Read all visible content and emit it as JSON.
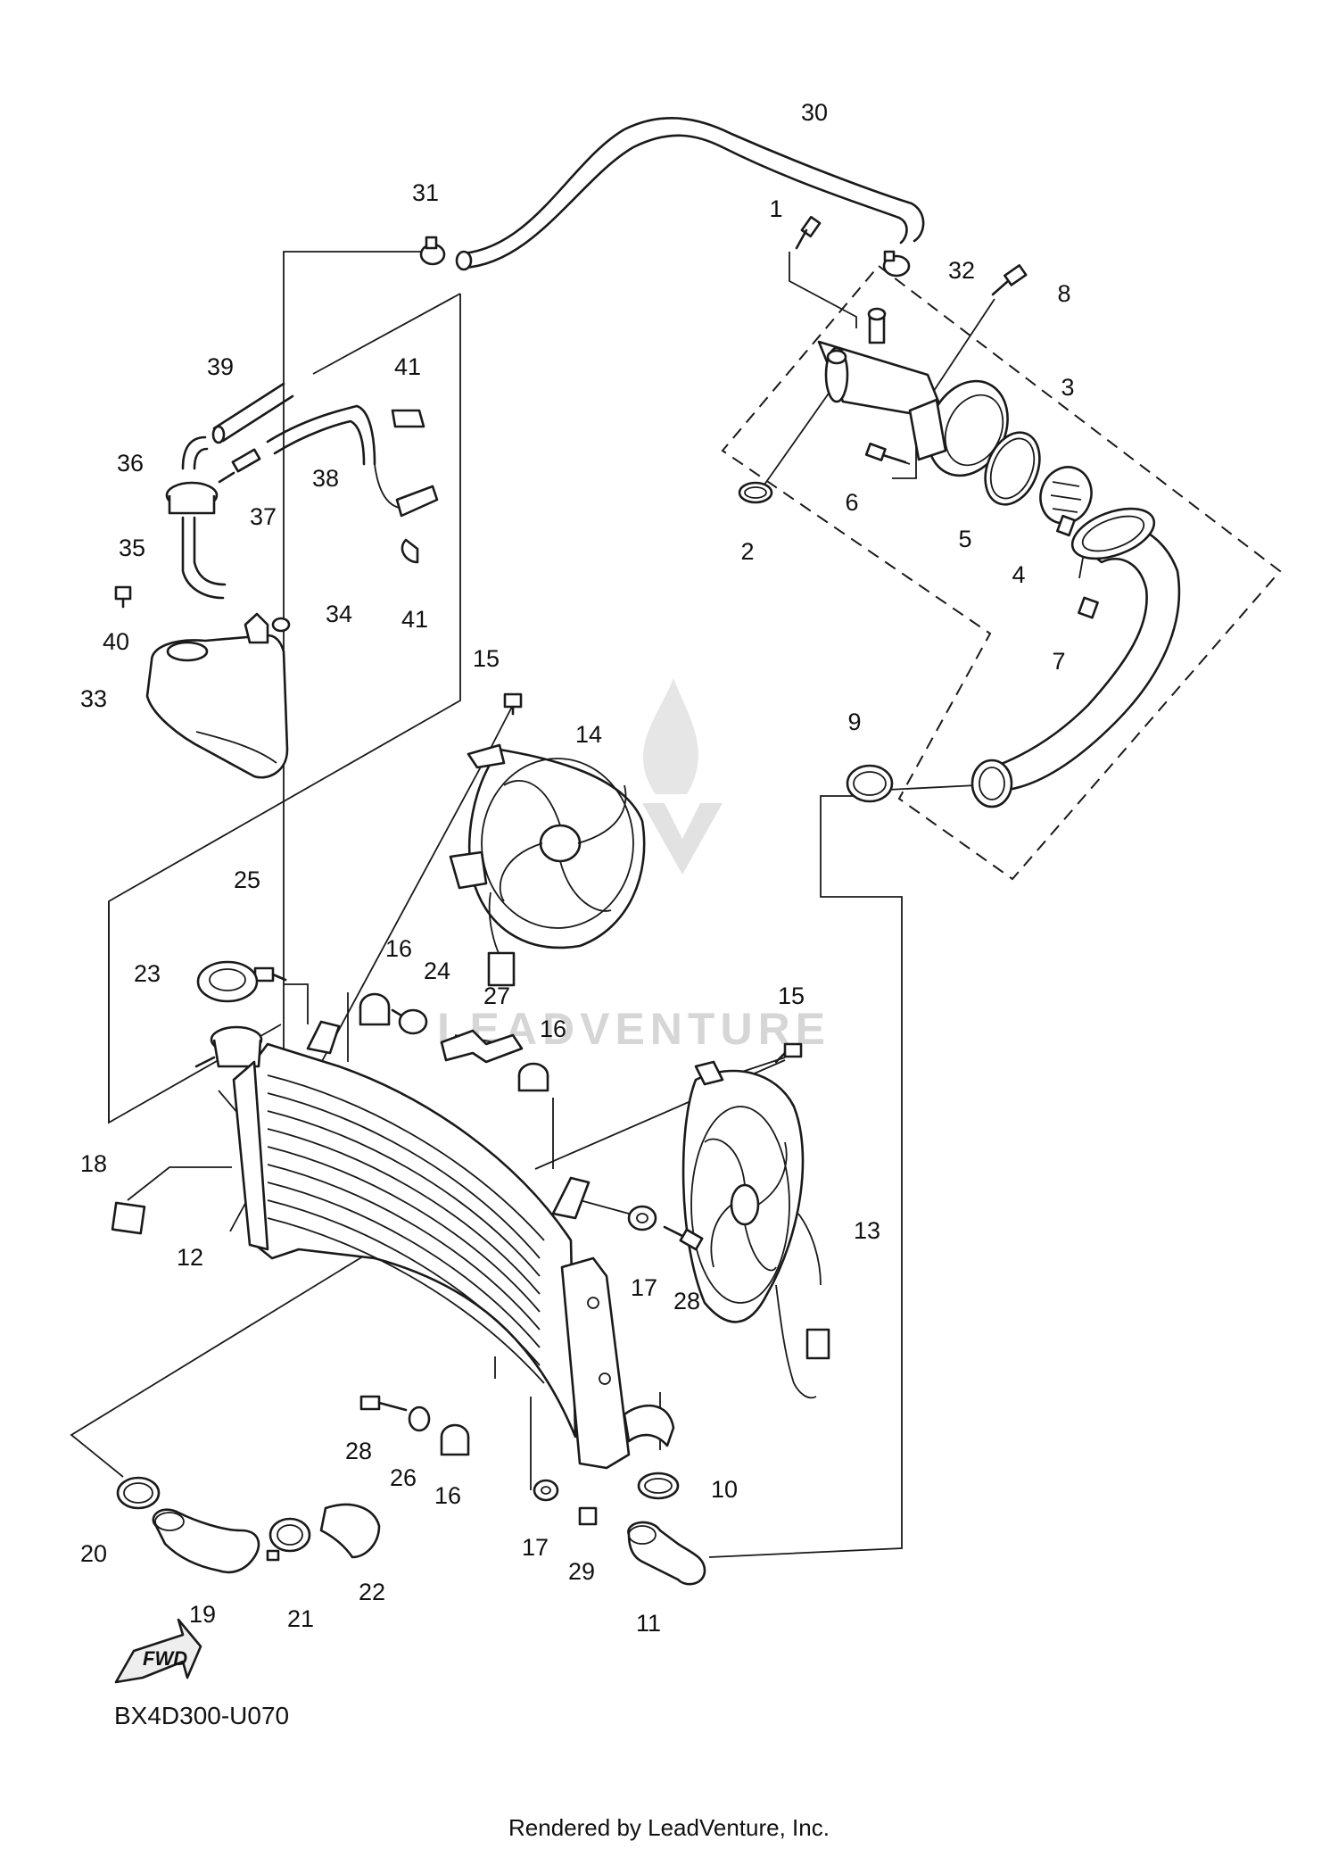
{
  "diagram": {
    "diagram_code": "BX4D300-U070",
    "footer": "Rendered by LeadVenture, Inc.",
    "watermark": "LEADVENTURE",
    "direction_badge": "FWD",
    "callouts": [
      "30",
      "31",
      "1",
      "32",
      "8",
      "3",
      "2",
      "6",
      "5",
      "4",
      "7",
      "39",
      "41",
      "36",
      "38",
      "37",
      "35",
      "34",
      "40",
      "41",
      "33",
      "15",
      "14",
      "9",
      "25",
      "23",
      "16",
      "24",
      "27",
      "16",
      "15",
      "18",
      "12",
      "13",
      "17",
      "28",
      "28",
      "26",
      "16",
      "17",
      "10",
      "20",
      "21",
      "22",
      "29",
      "11",
      "19"
    ]
  }
}
